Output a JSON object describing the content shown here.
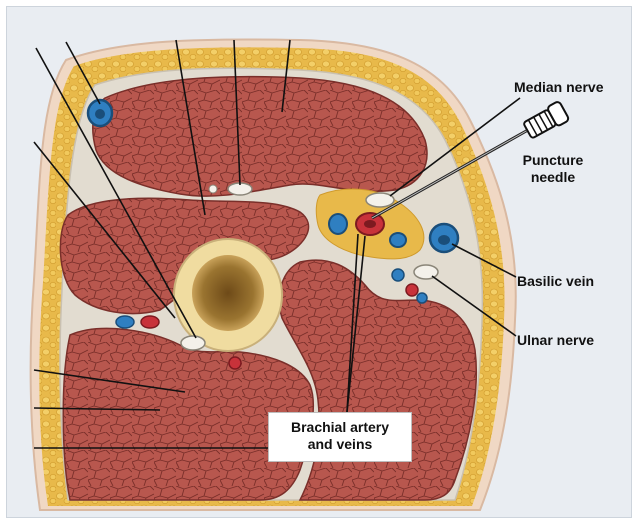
{
  "labels": {
    "median_nerve": "Median nerve",
    "puncture_needle_line1": "Puncture",
    "puncture_needle_line2": "needle",
    "basilic_vein": "Basilic vein",
    "ulnar_nerve": "Ulnar nerve",
    "brachial_line1": "Brachial artery",
    "brachial_line2": "and veins"
  },
  "colors": {
    "fat": "#e8b94a",
    "muscle": "#b8574e",
    "muscle_line": "#7a2f2a",
    "fascia": "#e2dcd0",
    "bone_cortex": "#f0dca0",
    "marrow": "#8a6428",
    "vein": "#2f7fc1",
    "artery": "#c8323a",
    "nerve": "#f4f1ea",
    "panel": "#e9edf2"
  }
}
